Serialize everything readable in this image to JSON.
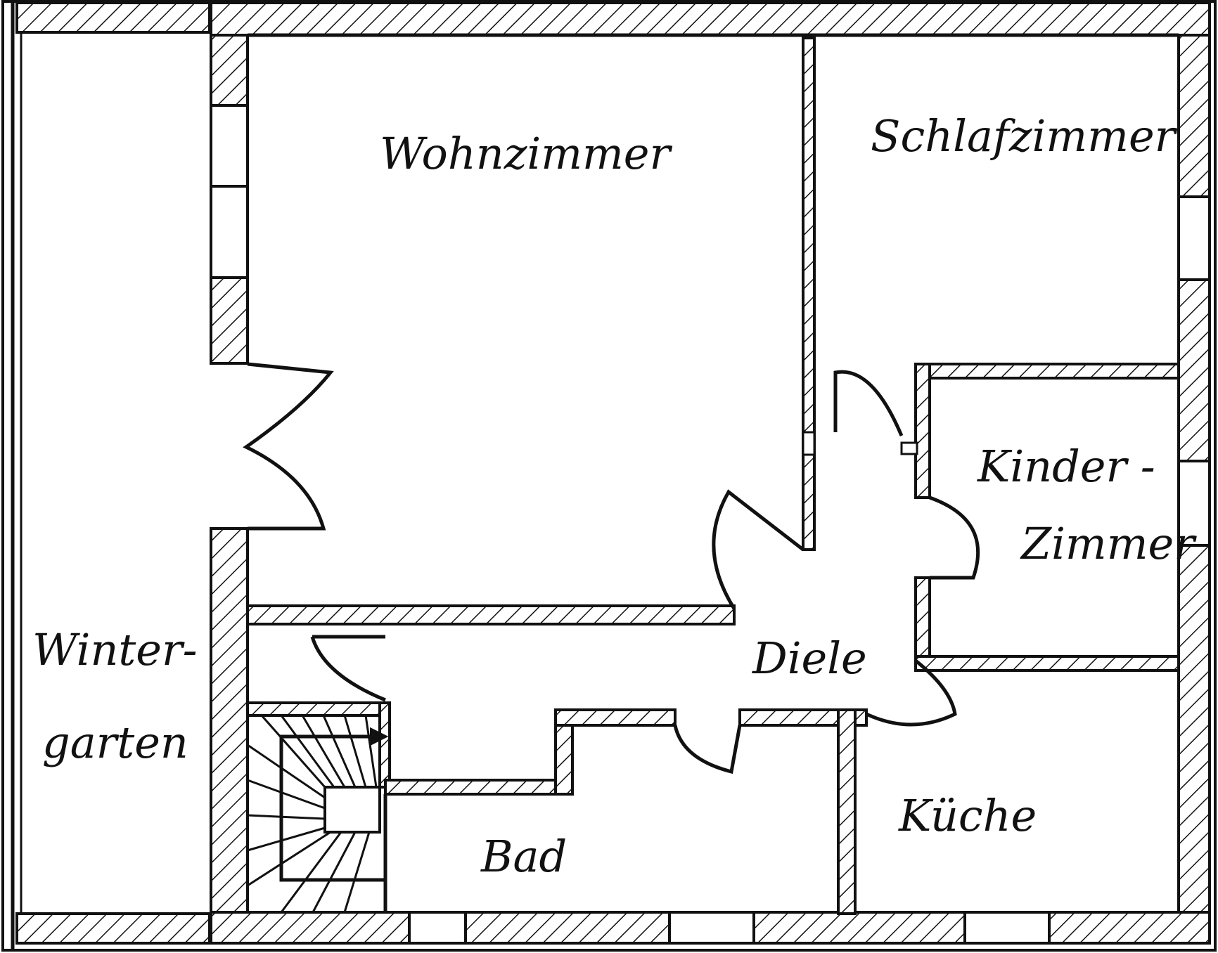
{
  "plan": {
    "colors": {
      "ink": "#111111",
      "paper": "#ffffff"
    },
    "rooms": {
      "wohnzimmer": "Wohnzimmer",
      "schlafzimmer": "Schlafzimmer",
      "kinder_line1": "Kinder -",
      "kinder_line2": "Zimmer",
      "winter_line1": "Winter-",
      "winter_line2": "garten",
      "diele": "Diele",
      "kueche": "Küche",
      "bad": "Bad"
    }
  }
}
